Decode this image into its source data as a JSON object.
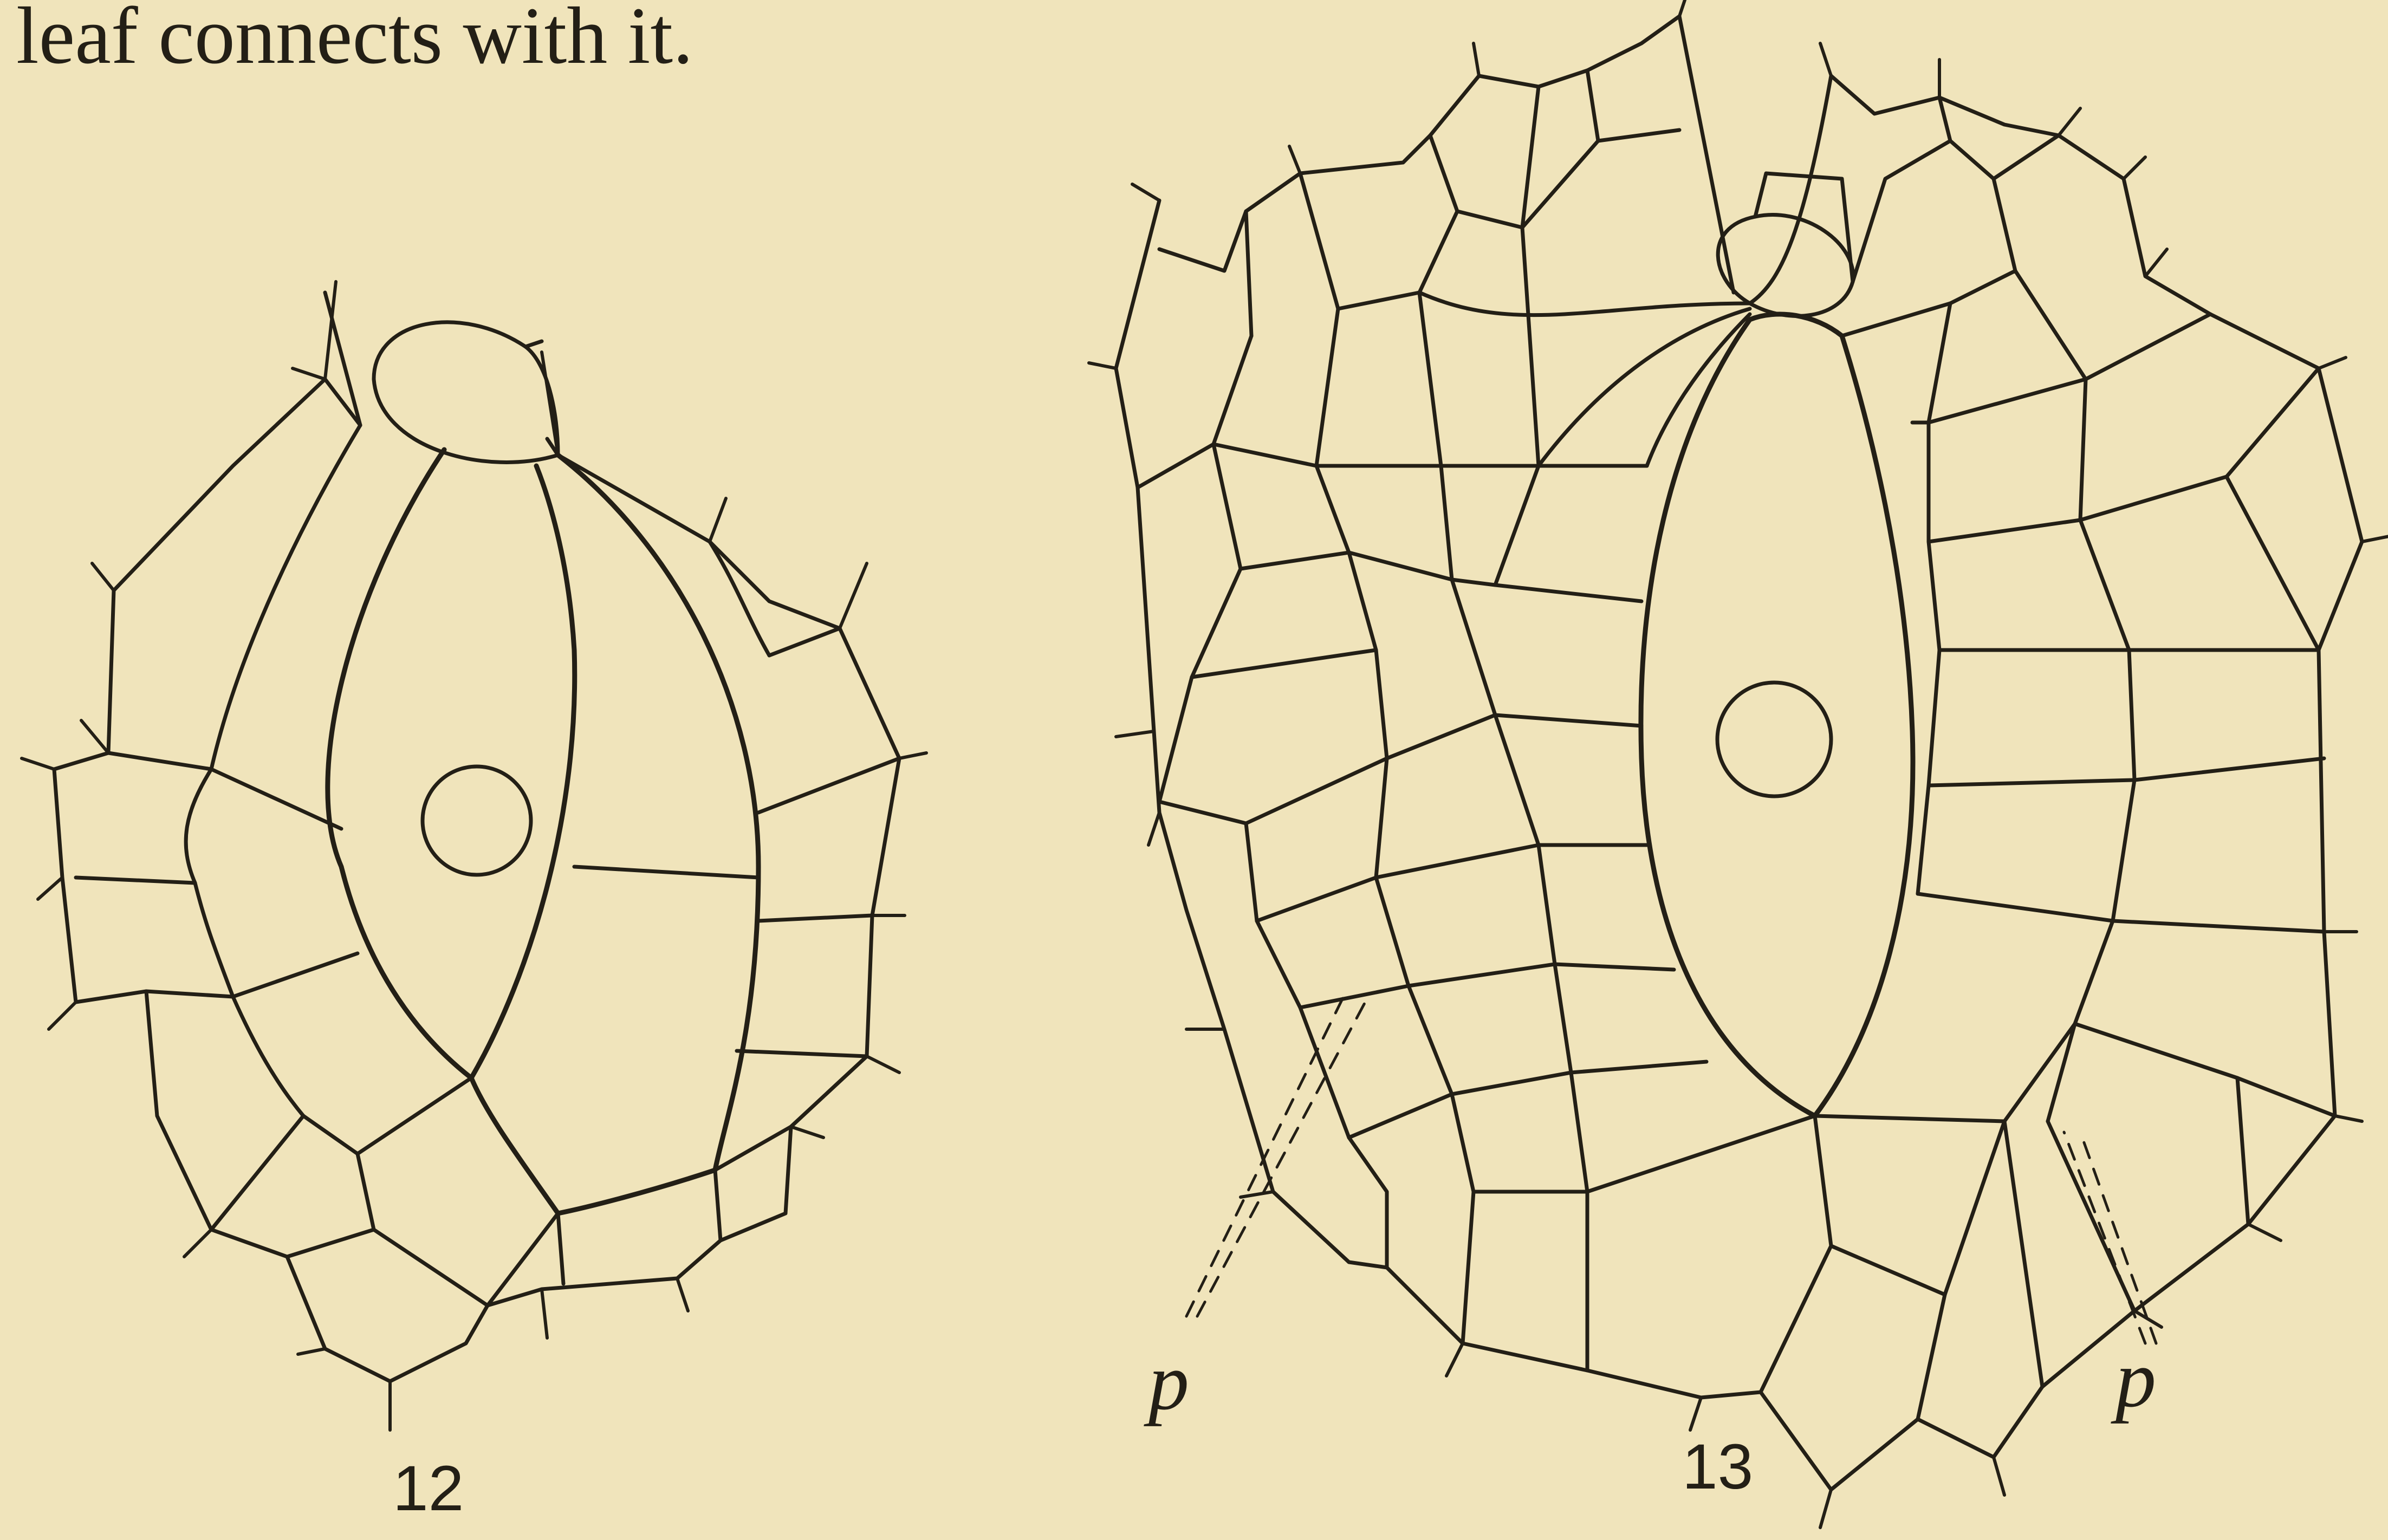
{
  "caption": "leaf connects with it.",
  "figures": [
    {
      "number": "12"
    },
    {
      "number": "13"
    }
  ],
  "labels": {
    "p_left": "p",
    "p_right": "p"
  }
}
